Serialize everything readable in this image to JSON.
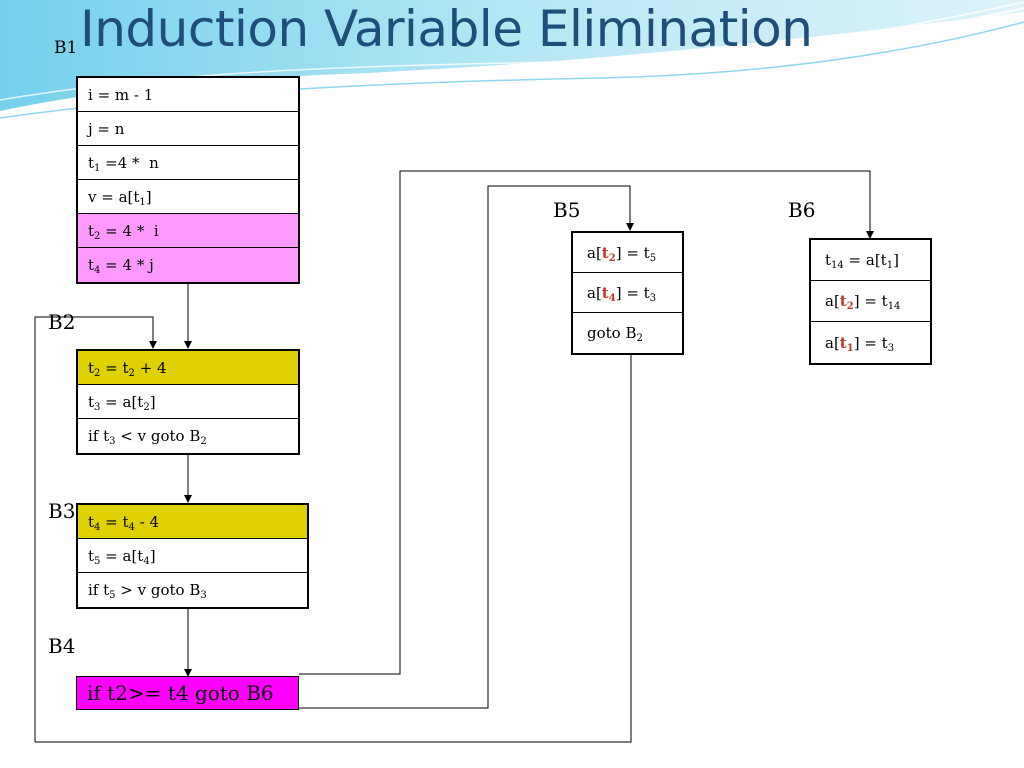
{
  "title": "Induction Variable Elimination",
  "labels": {
    "b1": "B1",
    "b2": "B2",
    "b3": "B3",
    "b4": "B4",
    "b5": "B5",
    "b6": "B6"
  },
  "b1_rows": [
    "i = m - 1",
    "j = n",
    "t1 =4 *  n",
    "v = a[t1]",
    "t2 = 4 *  i",
    "t4 = 4 * j"
  ],
  "b2_rows": [
    "t2 = t2 + 4",
    "t3 = a[t2]",
    "if t3 < v goto B2"
  ],
  "b3_rows": [
    "t4 = t4 - 4",
    "t5 = a[t4]",
    "if t5 > v goto B3"
  ],
  "b4_text": "if t2>= t4 goto B6",
  "b5_rows": [
    "a[t2] = t5",
    "a[t4] = t3",
    "goto B2"
  ],
  "b6_rows": [
    "t14 = a[t1]",
    "a[t2] = t14",
    "a[t1] = t3"
  ],
  "colors": {
    "title": "#1f4e79",
    "pink": "#ff99ff",
    "yellow": "#dfd000",
    "magenta": "#ff00ff",
    "highlight": "#c0392b"
  }
}
